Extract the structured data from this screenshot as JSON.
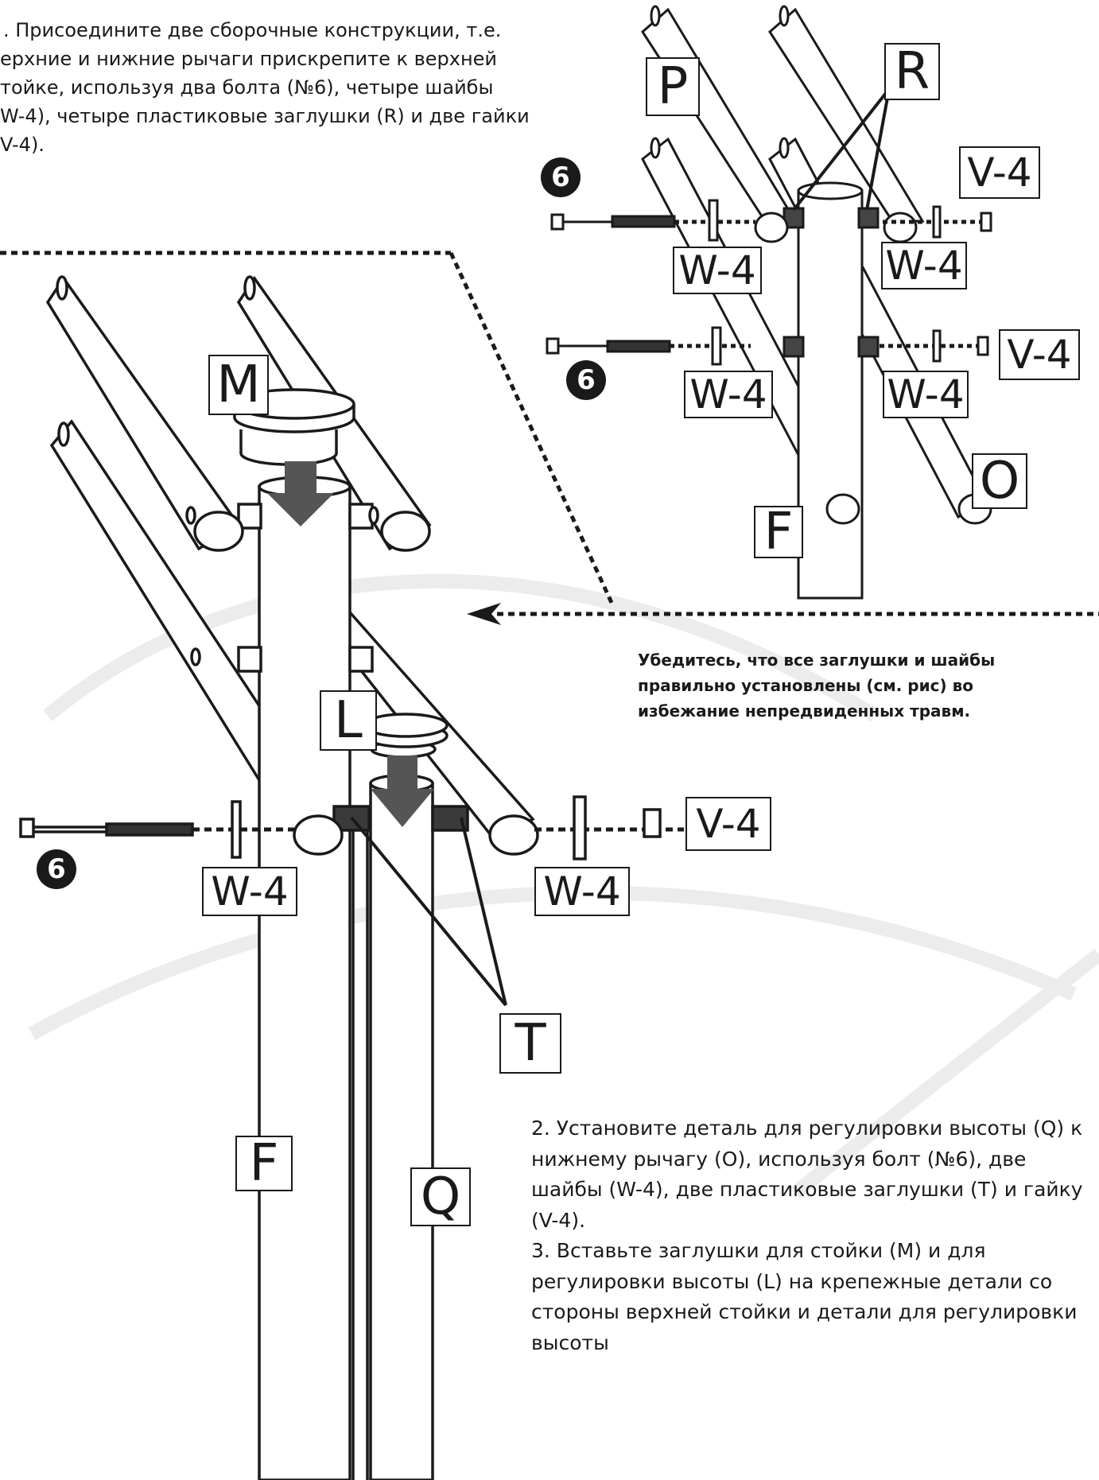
{
  "step1": {
    "lines": [
      ". Присоедините две сборочные конструкции, т.е.",
      "ерхние и нижние рычаги прискрепите к верхней",
      "тойке, используя два болта (№6), четыре шайбы",
      "W-4), четыре пластиковые заглушки (R) и две гайки",
      "V-4)."
    ]
  },
  "warning": {
    "lines": [
      "Убедитесь, что все заглушки и шайбы",
      "правильно установлены (см. рис) во",
      "избежание непредвиденных травм."
    ]
  },
  "step2": {
    "lines": [
      "2. Установите деталь для регулировки высоты (Q) к",
      "нижнему рычагу (О), используя болт (№6), две",
      "шайбы (W-4), две пластиковые заглушки (T) и гайку",
      "(V-4).",
      "3. Вставьте заглушки для стойки (М) и для",
      "регулировки высоты (L) на крепежные детали со",
      "стороны верхней стойки и детали для регулировки",
      "высоты"
    ]
  },
  "labels": {
    "P": "P",
    "R": "R",
    "O": "O",
    "F": "F",
    "M": "M",
    "L": "L",
    "T": "T",
    "Q": "Q",
    "W4": "W-4",
    "V4": "V-4",
    "bolt_num": "6"
  }
}
